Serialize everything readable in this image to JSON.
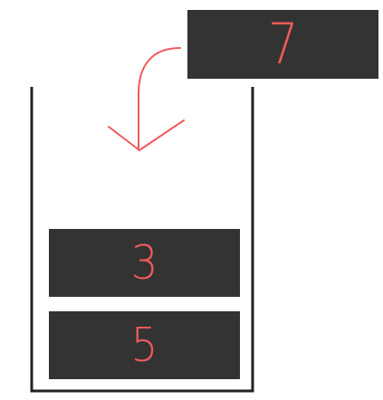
{
  "colors": {
    "block_fill": "#333333",
    "accent": "#f15a5a",
    "outline": "#222222",
    "background": "#ffffff"
  },
  "incoming": {
    "label": "7"
  },
  "stack": {
    "items": [
      {
        "label": "3"
      },
      {
        "label": "5"
      }
    ]
  },
  "icons": {
    "arrow": "curved-down-arrow-icon"
  }
}
